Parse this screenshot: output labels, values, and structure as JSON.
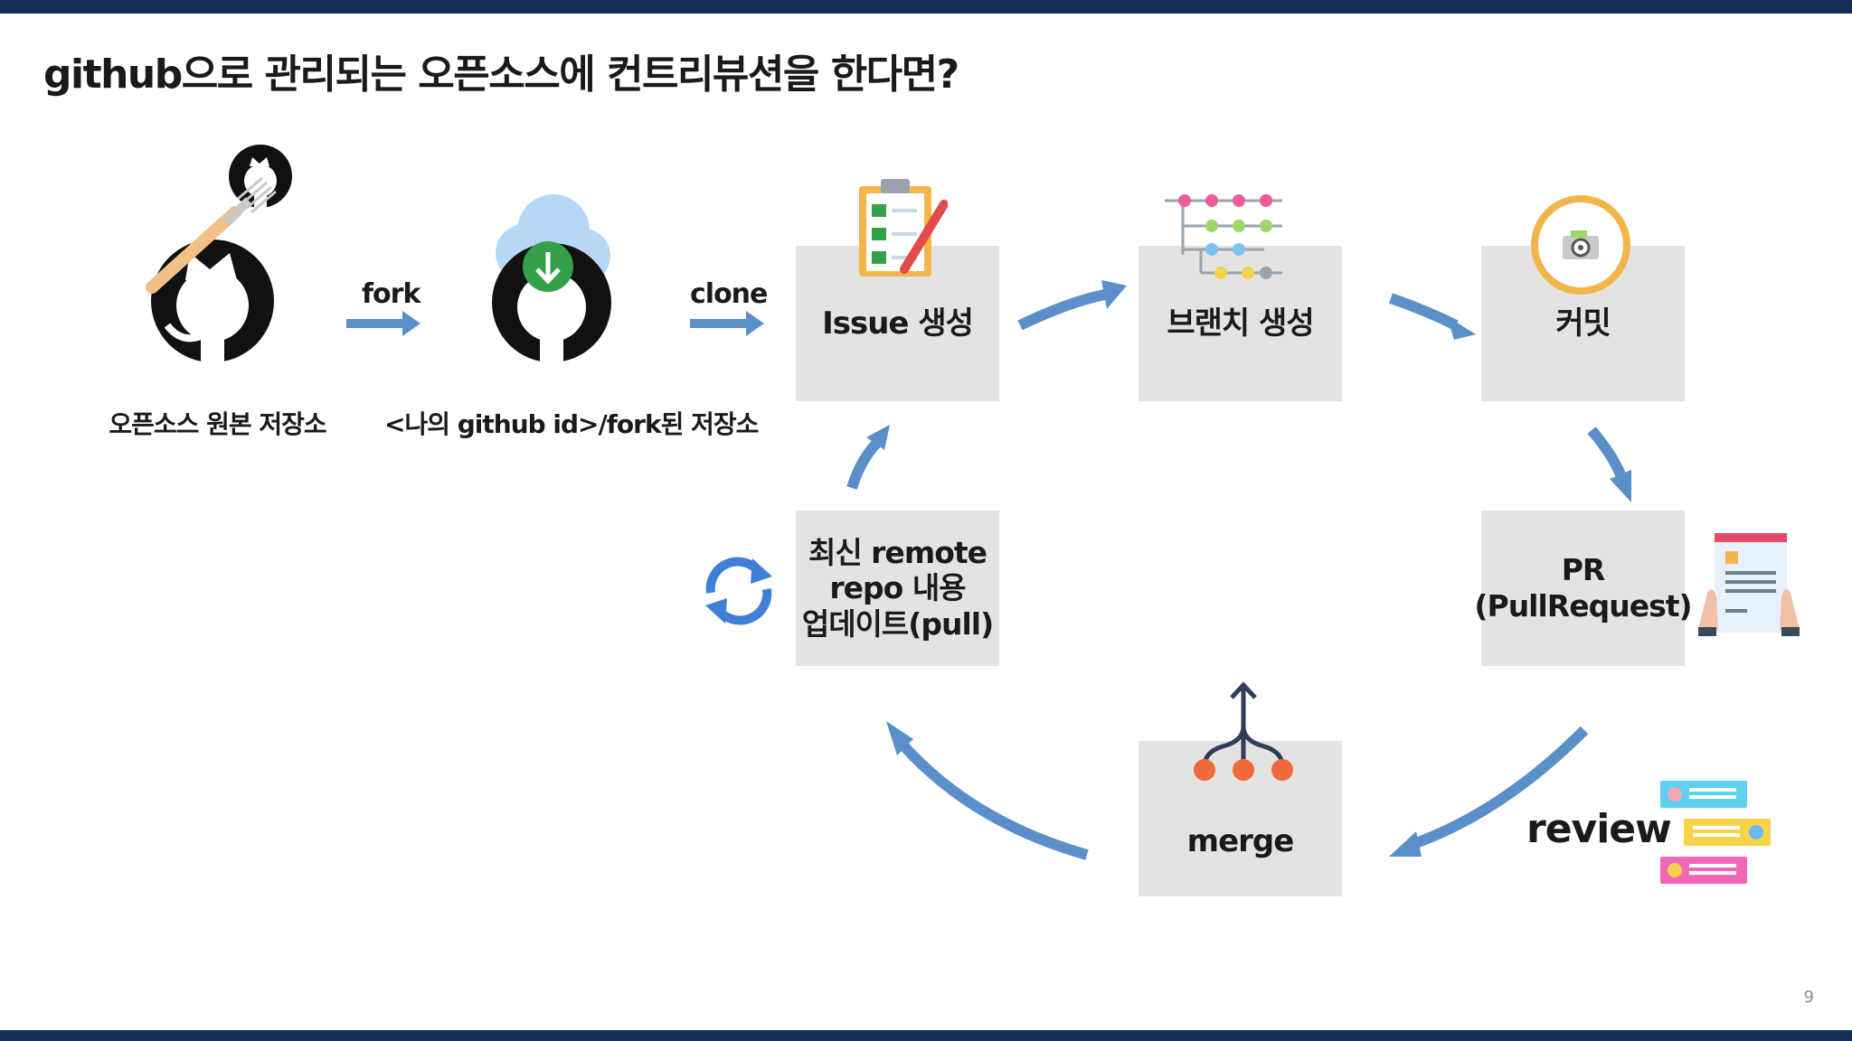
{
  "slide": {
    "title": "github으로 관리되는 오픈소스에 컨트리뷰션을 한다면?",
    "page_number": "9"
  },
  "left_flow": {
    "origin_caption": "오픈소스 원본 저장소",
    "fork_label": "fork",
    "fork_caption": "<나의 github id>/fork된 저장소",
    "clone_label": "clone"
  },
  "steps": {
    "issue": "Issue 생성",
    "branch": "브랜치 생성",
    "commit": "커밋",
    "pr": "PR\n(PullRequest)",
    "merge": "merge",
    "update": "최신 remote\nrepo 내용\n업데이트(pull)"
  },
  "review_label": "review",
  "colors": {
    "arrow": "#5b8fc9",
    "box": "#e4e3e2",
    "bar": "#152d57"
  },
  "icons": [
    "github-fork-icon",
    "github-cloud-download-icon",
    "clipboard-checklist-icon",
    "branch-nodes-icon",
    "camera-badge-icon",
    "document-hands-icon",
    "sync-icon",
    "merge-icon",
    "review-cards-icon"
  ]
}
